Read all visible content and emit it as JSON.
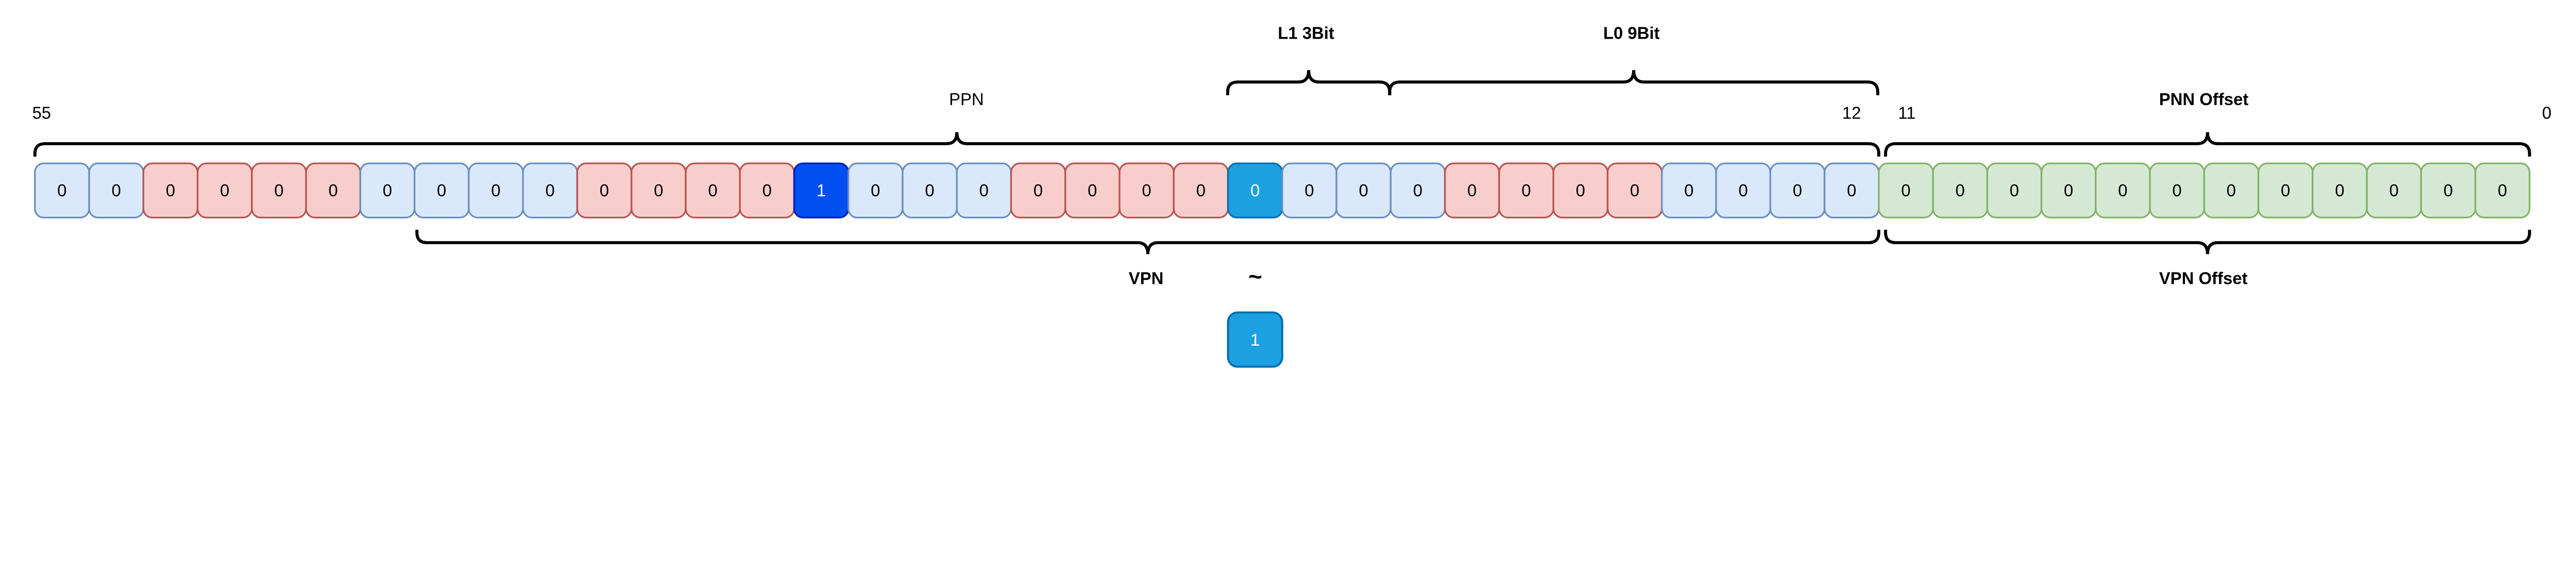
{
  "colors": {
    "blue": {
      "fill": "#dae8fc",
      "stroke": "#6c8ebf",
      "text": "#000000"
    },
    "red": {
      "fill": "#f8cecc",
      "stroke": "#b85450",
      "text": "#000000"
    },
    "green": {
      "fill": "#d5e8d4",
      "stroke": "#82b366",
      "text": "#000000"
    },
    "darkblue": {
      "fill": "#0050ef",
      "stroke": "#001dbc",
      "text": "#ffffff"
    },
    "cyan": {
      "fill": "#1ba1e2",
      "stroke": "#006eaf",
      "text": "#ffffff"
    }
  },
  "bits": [
    {
      "value": "0",
      "color": "blue"
    },
    {
      "value": "0",
      "color": "blue"
    },
    {
      "value": "0",
      "color": "red"
    },
    {
      "value": "0",
      "color": "red"
    },
    {
      "value": "0",
      "color": "red"
    },
    {
      "value": "0",
      "color": "red"
    },
    {
      "value": "0",
      "color": "blue"
    },
    {
      "value": "0",
      "color": "blue"
    },
    {
      "value": "0",
      "color": "blue"
    },
    {
      "value": "0",
      "color": "blue"
    },
    {
      "value": "0",
      "color": "red"
    },
    {
      "value": "0",
      "color": "red"
    },
    {
      "value": "0",
      "color": "red"
    },
    {
      "value": "0",
      "color": "red"
    },
    {
      "value": "1",
      "color": "darkblue"
    },
    {
      "value": "0",
      "color": "blue"
    },
    {
      "value": "0",
      "color": "blue"
    },
    {
      "value": "0",
      "color": "blue"
    },
    {
      "value": "0",
      "color": "red"
    },
    {
      "value": "0",
      "color": "red"
    },
    {
      "value": "0",
      "color": "red"
    },
    {
      "value": "0",
      "color": "red"
    },
    {
      "value": "0",
      "color": "cyan"
    },
    {
      "value": "0",
      "color": "blue"
    },
    {
      "value": "0",
      "color": "blue"
    },
    {
      "value": "0",
      "color": "blue"
    },
    {
      "value": "0",
      "color": "red"
    },
    {
      "value": "0",
      "color": "red"
    },
    {
      "value": "0",
      "color": "red"
    },
    {
      "value": "0",
      "color": "red"
    },
    {
      "value": "0",
      "color": "blue"
    },
    {
      "value": "0",
      "color": "blue"
    },
    {
      "value": "0",
      "color": "blue"
    },
    {
      "value": "0",
      "color": "blue"
    },
    {
      "value": "0",
      "color": "green"
    },
    {
      "value": "0",
      "color": "green"
    },
    {
      "value": "0",
      "color": "green"
    },
    {
      "value": "0",
      "color": "green"
    },
    {
      "value": "0",
      "color": "green"
    },
    {
      "value": "0",
      "color": "green"
    },
    {
      "value": "0",
      "color": "green"
    },
    {
      "value": "0",
      "color": "green"
    },
    {
      "value": "0",
      "color": "green"
    },
    {
      "value": "0",
      "color": "green"
    },
    {
      "value": "0",
      "color": "green"
    },
    {
      "value": "0",
      "color": "green"
    }
  ],
  "result_bit": {
    "value": "1",
    "color": "cyan"
  },
  "operator": "~",
  "labels": {
    "ppn": "PPN",
    "pnn_offset": "PNN Offset",
    "vpn": "VPN",
    "vpn_offset": "VPN Offset",
    "l1": "L1 3Bit",
    "l0": "L0 9Bit"
  },
  "bit_indices": {
    "msb": "55",
    "ppn_low": "12",
    "offset_high": "11",
    "lsb": "0"
  }
}
